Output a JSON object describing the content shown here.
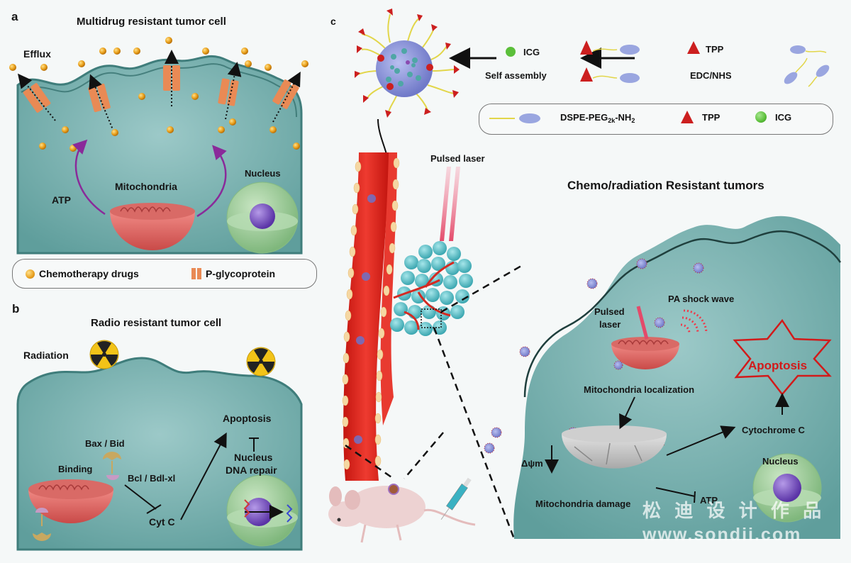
{
  "panel_a": {
    "letter": "a",
    "title": "Multidrug resistant tumor cell",
    "labels": {
      "efflux": "Efflux",
      "atp": "ATP",
      "mitochondria": "Mitochondria",
      "nucleus": "Nucleus"
    },
    "legend": {
      "drugs": "Chemotherapy drugs",
      "pgp": "P-glycoprotein"
    }
  },
  "panel_b": {
    "letter": "b",
    "title": "Radio resistant tumor cell",
    "labels": {
      "radiation": "Radiation",
      "apoptosis": "Apoptosis",
      "nucleus": "Nucleus",
      "dna_repair": "DNA repair",
      "bax_bid": "Bax / Bid",
      "binding": "Binding",
      "bcl": "Bcl / Bdl-xl",
      "cytc": "Cyt C"
    }
  },
  "panel_c": {
    "letter": "c",
    "synthesis": {
      "icg": "ICG",
      "self_assembly": "Self assembly",
      "tpp": "TPP",
      "edc_nhs": "EDC/NHS"
    },
    "legend": {
      "dspe_main": "DSPE-PEG",
      "dspe_sub": "2k",
      "dspe_tail": "-NH",
      "dspe_sub2": "2",
      "tpp": "TPP",
      "icg": "ICG"
    },
    "pulsed_laser_top": "Pulsed laser",
    "tumor_title": "Chemo/radiation Resistant tumors",
    "labels": {
      "pa_shock": "PA shock wave",
      "pulsed": "Pulsed",
      "laser": "laser",
      "mito_local": "Mitochondria localization",
      "apoptosis": "Apoptosis",
      "delta_psi": "Δψm",
      "cytochrome": "Cytochrome C",
      "nucleus": "Nucleus",
      "mito_damage": "Mitochondria damage",
      "atp": "ATP"
    }
  },
  "watermark": {
    "cn": "松 迪 设 计 作 品",
    "url": "www.sondii.com"
  },
  "colors": {
    "cell_teal": "#5f9e9c",
    "cell_dark": "#3f7d7b",
    "drug_orange": "#e8a020",
    "pgp_orange": "#e98a55",
    "mito_red": "#e06a68",
    "nucleus_green": "#9fcf9c",
    "nucleolus_purple": "#7a4fc0",
    "vessel_red": "#e02a22",
    "tpp_red": "#cc1f1f",
    "icg_green": "#5bbf3a",
    "peg_blue": "#9aa6e0",
    "apoptosis_red": "#d21a1a",
    "arrow_purple": "#8a2a9a"
  }
}
